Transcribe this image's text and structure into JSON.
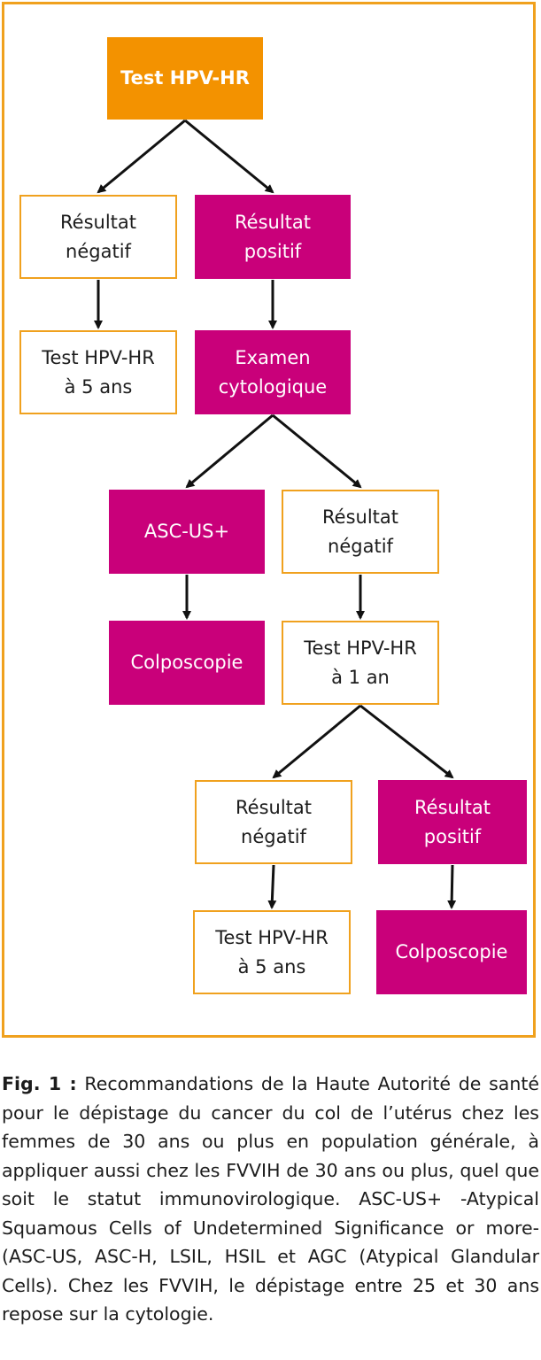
{
  "colors": {
    "frame": "#f0a11e",
    "start_fill": "#f39200",
    "positive_fill": "#c9007a",
    "arrow": "#111111"
  },
  "nodes": {
    "start": "Test HPV-HR",
    "neg1": "Résultat\nnégatif",
    "pos1": "Résultat\npositif",
    "test5_1": "Test HPV-HR\nà 5 ans",
    "cyto": "Examen\ncytologique",
    "ascus": "ASC-US+",
    "neg2": "Résultat\nnégatif",
    "colpo1": "Colposcopie",
    "test1an": "Test HPV-HR\nà 1 an",
    "neg3": "Résultat\nnégatif",
    "pos2": "Résultat\npositif",
    "test5_2": "Test HPV-HR\nà 5 ans",
    "colpo2": "Colposcopie"
  },
  "edges": [
    [
      "start",
      "neg1"
    ],
    [
      "start",
      "pos1"
    ],
    [
      "neg1",
      "test5_1"
    ],
    [
      "pos1",
      "cyto"
    ],
    [
      "cyto",
      "ascus"
    ],
    [
      "cyto",
      "neg2"
    ],
    [
      "ascus",
      "colpo1"
    ],
    [
      "neg2",
      "test1an"
    ],
    [
      "test1an",
      "neg3"
    ],
    [
      "test1an",
      "pos2"
    ],
    [
      "neg3",
      "test5_2"
    ],
    [
      "pos2",
      "colpo2"
    ]
  ],
  "caption": {
    "label": "Fig. 1 :",
    "text": " Recommandations de la Haute Autorité de santé pour le dépistage du cancer du col de l’utérus chez les femmes de 30 ans ou plus en population générale, à appliquer aussi chez les FVVIH de 30 ans ou plus, quel que soit le statut immunovirologique. ASC-US+ -Atypical Squamous Cells of Undetermined Significance or more- (ASC-US, ASC-H, LSIL, HSIL et AGC (Atypical Glandular Cells). Chez les FVVIH, le dépistage entre 25 et 30 ans repose sur la cytologie."
  }
}
